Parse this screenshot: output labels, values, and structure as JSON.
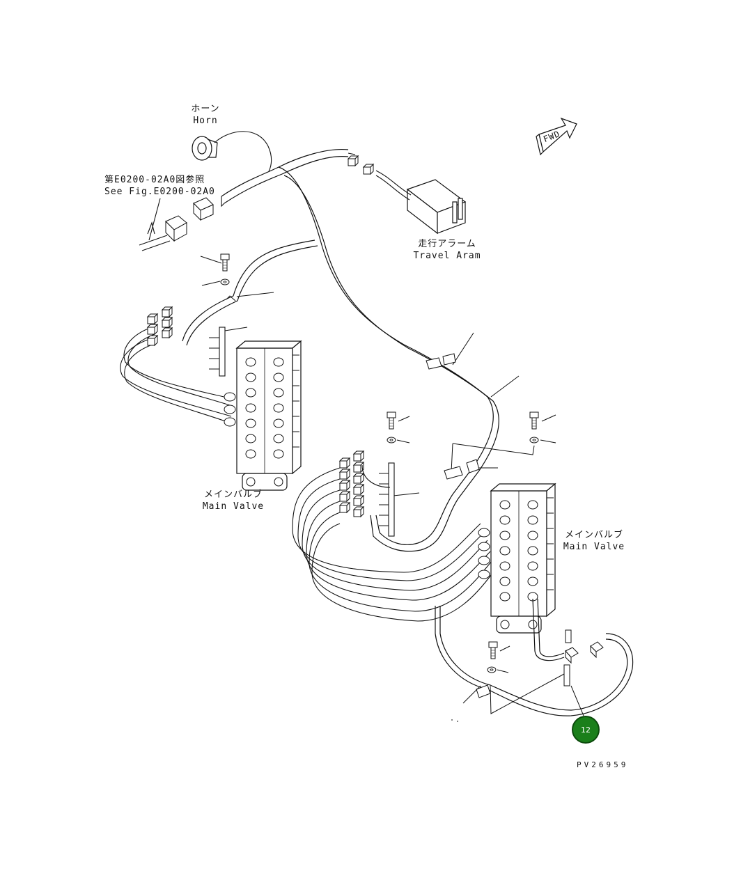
{
  "labels": {
    "horn_jp": "ホーン",
    "horn_en": "Horn",
    "ref_jp": "第E0200-02A0図参照",
    "ref_en": "See Fig.E0200-02A0",
    "alarm_jp": "走行アラーム",
    "alarm_en": "Travel Aram",
    "valve_left_jp": "メインバルブ",
    "valve_left_en": "Main Valve",
    "valve_right_jp": "メインバルブ",
    "valve_right_en": "Main Valve",
    "fwd": "FWD",
    "callout": "12",
    "figure_code": "PV26959"
  }
}
